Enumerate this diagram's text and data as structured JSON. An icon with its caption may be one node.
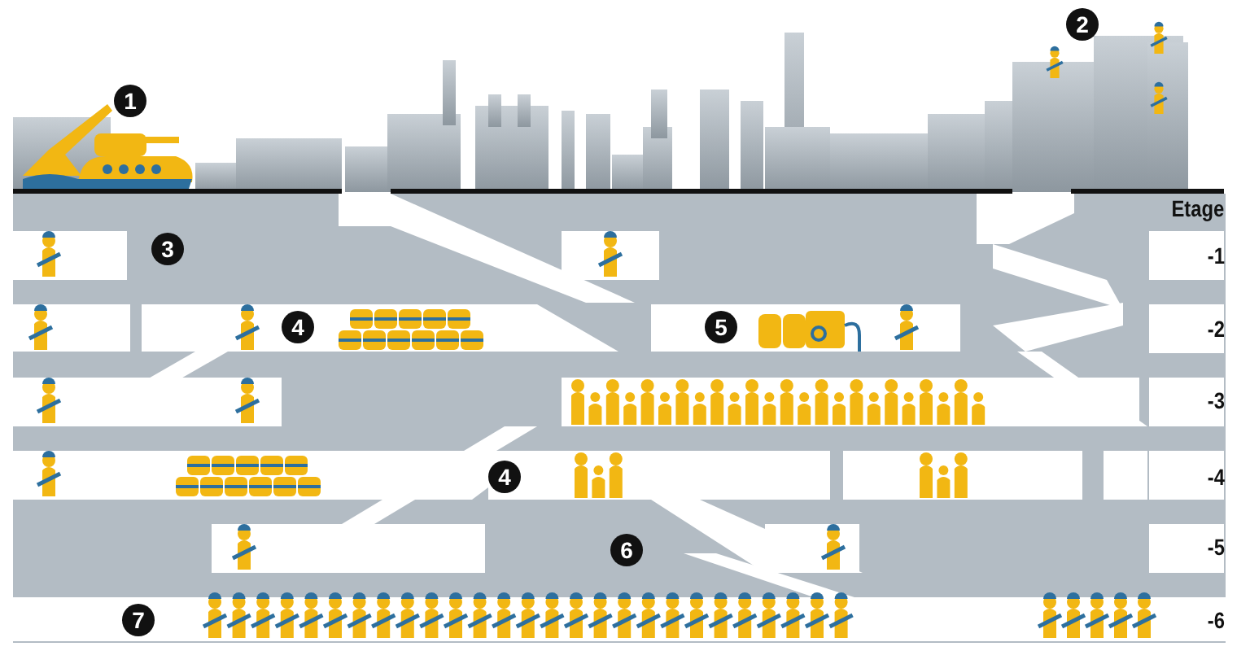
{
  "diagram": {
    "labels": [
      "2",
      "1",
      "Etage",
      "3",
      "-1",
      "4",
      "5",
      "-2",
      "-3",
      "4",
      "-4",
      "6",
      "-5",
      "7",
      "-6"
    ]
  }
}
